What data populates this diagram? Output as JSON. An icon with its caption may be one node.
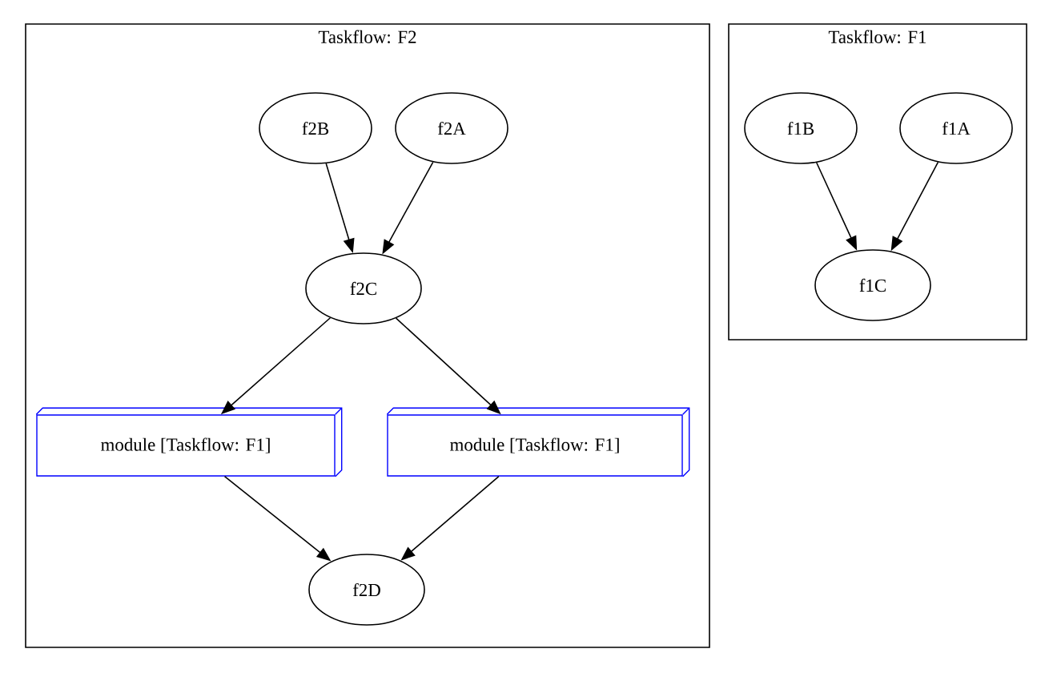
{
  "diagram": {
    "nodes": [
      {
        "text": [
          "Taskflow: F2"
        ]
      },
      {
        "text": [
          "f2B"
        ],
        "in": 0
      },
      {
        "text": [
          "f2A"
        ],
        "in": 0
      },
      {
        "text": [
          "f2C"
        ],
        "in": 0
      },
      {
        "text": [
          "module [Taskflow: F1]"
        ],
        "in": 0
      },
      {
        "text": [
          "module [Taskflow: F1]"
        ],
        "in": 0
      },
      {
        "text": [
          "f2D"
        ],
        "in": 0
      },
      {
        "text": [
          "Taskflow: F1"
        ]
      },
      {
        "text": [
          "f1B"
        ],
        "in": 7
      },
      {
        "text": [
          "f1A"
        ],
        "in": 7
      },
      {
        "text": [
          "f1C"
        ],
        "in": 7
      }
    ],
    "edges": [
      {
        "from": 1,
        "to": 3,
        "arrow": "to"
      },
      {
        "from": 2,
        "to": 3,
        "arrow": "to"
      },
      {
        "from": 3,
        "to": 4,
        "arrow": "to"
      },
      {
        "from": 3,
        "to": 5,
        "arrow": "to"
      },
      {
        "from": 4,
        "to": 6,
        "arrow": "to"
      },
      {
        "from": 5,
        "to": 6,
        "arrow": "to"
      },
      {
        "from": 8,
        "to": 10,
        "arrow": "to"
      },
      {
        "from": 9,
        "to": 10,
        "arrow": "to"
      }
    ]
  }
}
